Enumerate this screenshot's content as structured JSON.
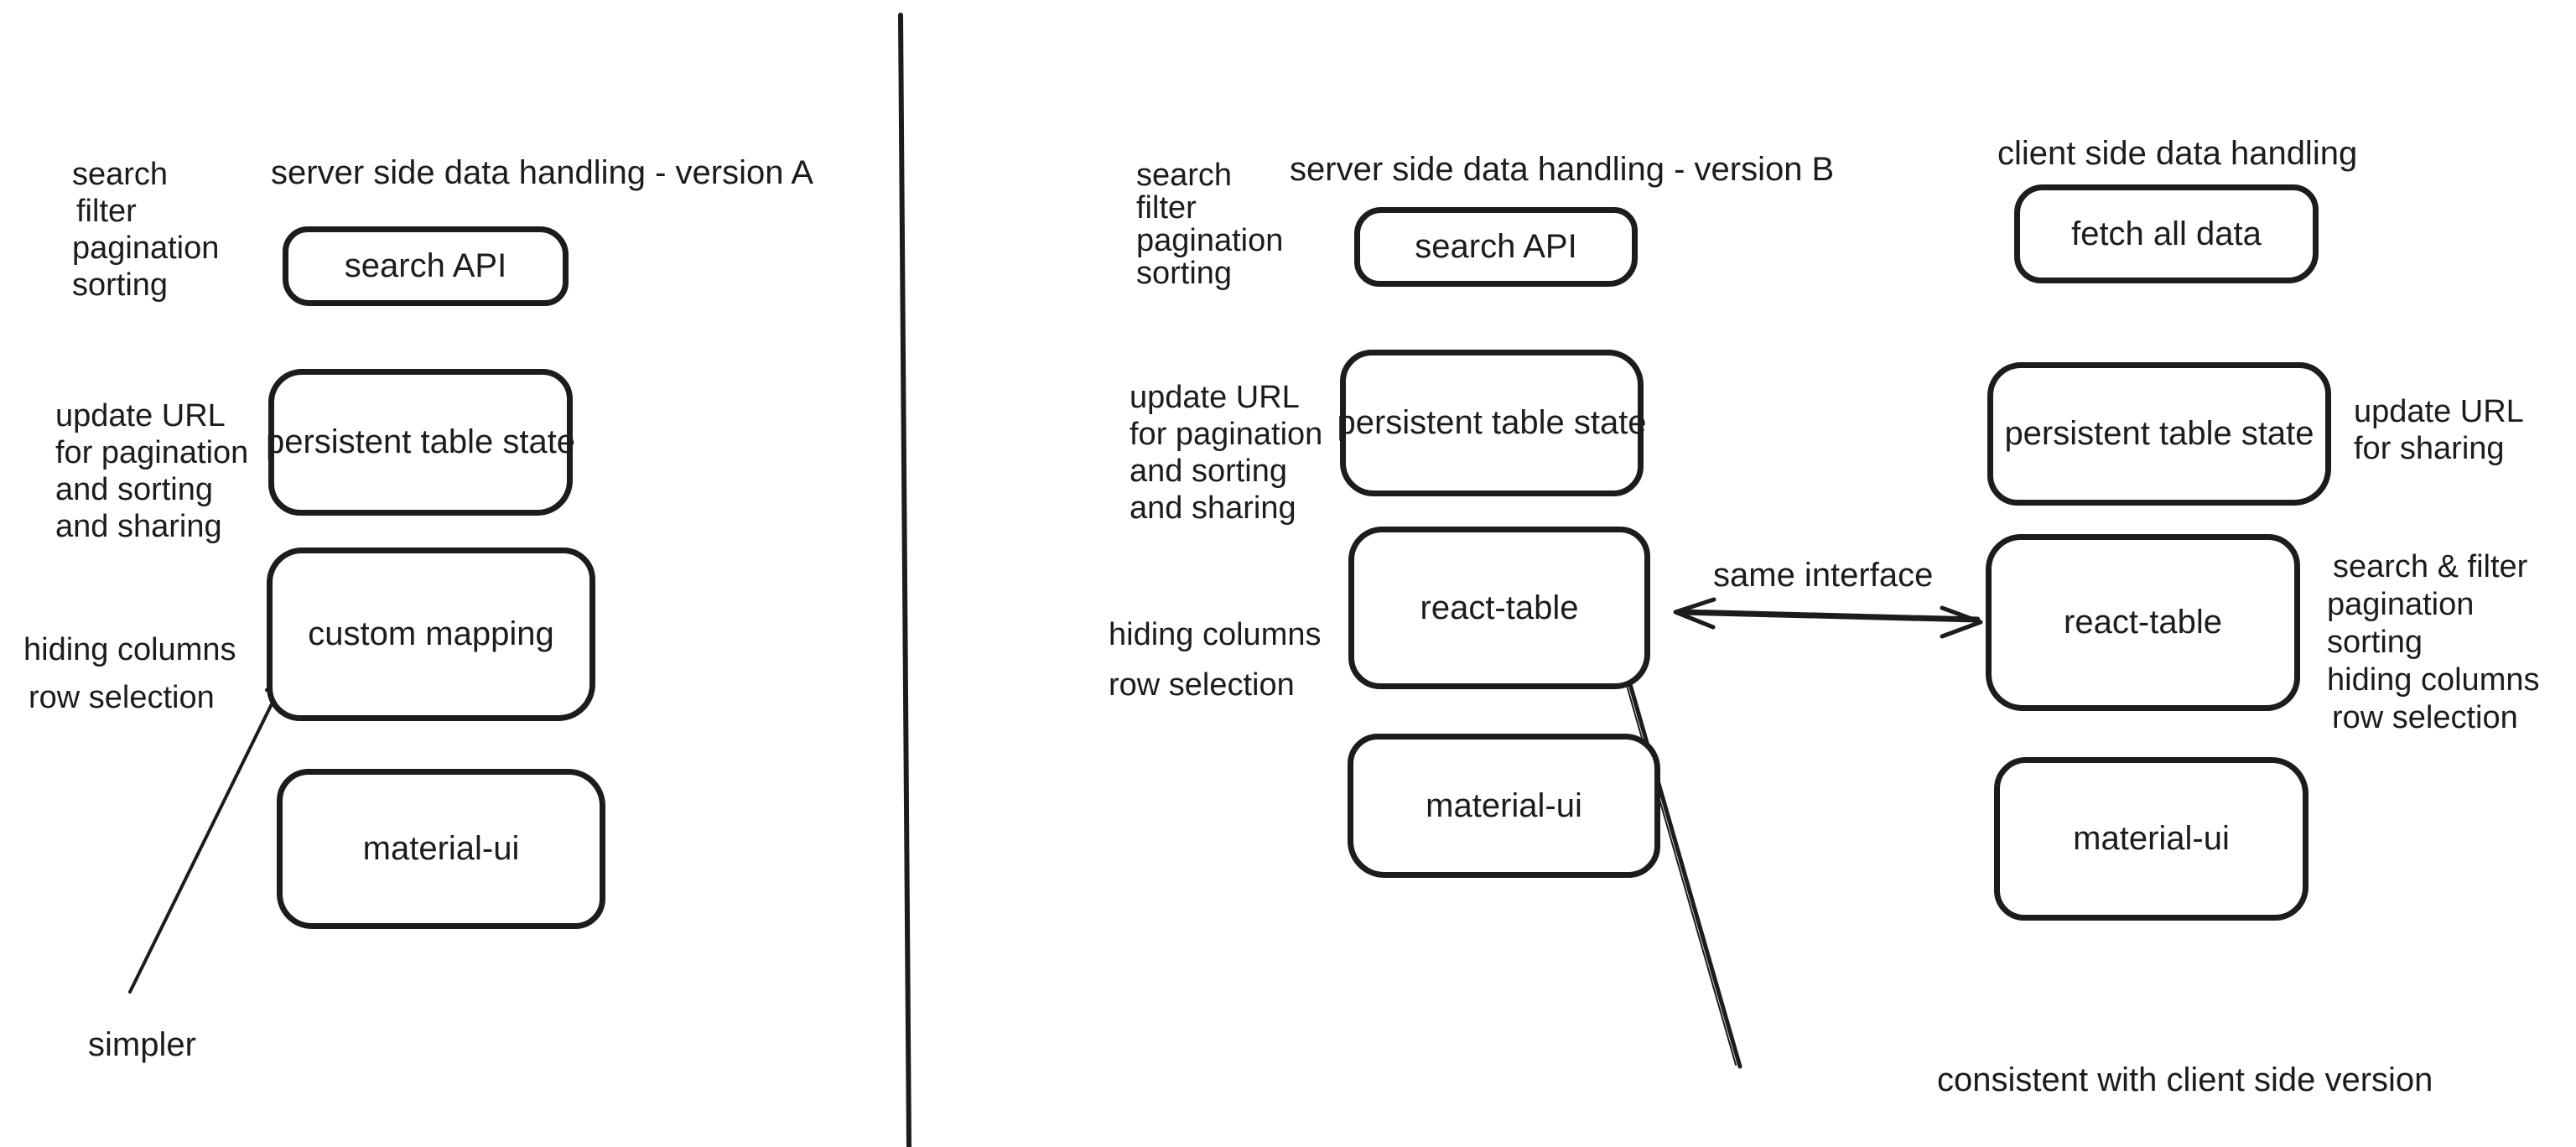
{
  "canvas": {
    "background": "#ffffff",
    "ink": "#1c1c1c"
  },
  "columns": {
    "version_a": {
      "title": "server side data handling - version A",
      "feature_label_top": [
        "search",
        "filter",
        "pagination",
        "sorting"
      ],
      "feature_label_mid": [
        "update URL",
        "for pagination",
        "and sorting",
        "and sharing"
      ],
      "feature_label_low": [
        "hiding columns",
        "row selection"
      ],
      "boxes": {
        "search_api": "search API",
        "persistent_table_state": "persistent table state",
        "custom_mapping": "custom mapping",
        "material_ui": "material-ui"
      },
      "annotation": "simpler"
    },
    "version_b": {
      "title": "server side data handling - version B",
      "feature_label_top": [
        "search",
        "filter",
        "pagination",
        "sorting"
      ],
      "feature_label_mid": [
        "update URL",
        "for pagination",
        "and sorting",
        "and sharing"
      ],
      "feature_label_low": [
        "hiding columns",
        "row selection"
      ],
      "boxes": {
        "search_api": "search API",
        "persistent_table_state": "persistent table state",
        "react_table": "react-table",
        "material_ui": "material-ui"
      }
    },
    "client_side": {
      "title": "client side data handling",
      "boxes": {
        "fetch_all_data": "fetch all data",
        "persistent_table_state": "persistent table state",
        "react_table": "react-table",
        "material_ui": "material-ui"
      },
      "side_label_mid": [
        "update URL",
        "for sharing"
      ],
      "side_label_low": [
        "search & filter",
        "pagination",
        "sorting",
        "hiding columns",
        "row selection"
      ]
    }
  },
  "connectors": {
    "simpler_label": "simpler",
    "same_interface_label": "same interface",
    "consistent_label": "consistent with client side version"
  }
}
